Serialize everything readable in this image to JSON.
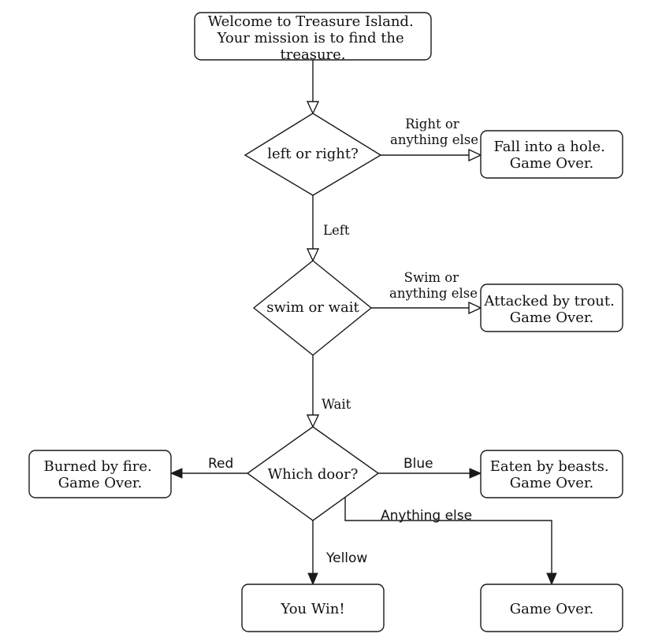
{
  "nodes": {
    "start": {
      "lines": [
        "Welcome to Treasure Island.",
        "Your mission is to find the",
        "treasure."
      ]
    },
    "decision_left_right": {
      "lines": [
        "left or right?"
      ]
    },
    "hole": {
      "lines": [
        "Fall into a hole.",
        "Game Over."
      ]
    },
    "decision_swim_wait": {
      "lines": [
        "swim or wait"
      ]
    },
    "trout": {
      "lines": [
        "Attacked by trout.",
        "Game Over."
      ]
    },
    "decision_door": {
      "lines": [
        "Which door?"
      ]
    },
    "fire": {
      "lines": [
        "Burned by fire.",
        "Game Over."
      ]
    },
    "beasts": {
      "lines": [
        "Eaten by beasts.",
        "Game Over."
      ]
    },
    "win": {
      "lines": [
        "You Win!"
      ]
    },
    "game_over": {
      "lines": [
        "Game Over."
      ]
    }
  },
  "edges": {
    "right_label": [
      "Right or",
      "anything else"
    ],
    "left_label": [
      "Left"
    ],
    "swim_label": [
      "Swim or",
      "anything else"
    ],
    "wait_label": [
      "Wait"
    ],
    "red_label": [
      "Red"
    ],
    "blue_label": [
      "Blue"
    ],
    "anything_else_label": [
      "Anything else"
    ],
    "yellow_label": [
      "Yellow"
    ]
  }
}
